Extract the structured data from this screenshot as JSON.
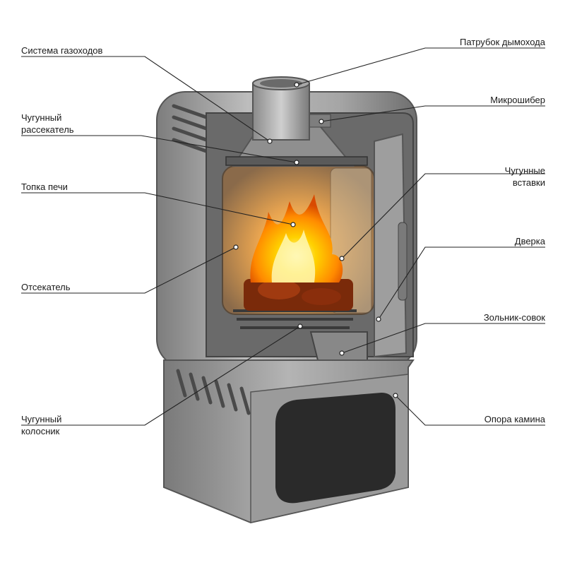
{
  "labels": {
    "system_gas": "Система газоходов",
    "cast_divider_1": "Чугунный",
    "cast_divider_2": "рассекатель",
    "firebox": "Топка печи",
    "cutter": "Отсекатель",
    "cast_grate_1": "Чугунный",
    "cast_grate_2": "колосник",
    "chimney_pipe": "Патрубок дымохода",
    "micro_damper": "Микрошибер",
    "cast_inserts_1": "Чугунные",
    "cast_inserts_2": "вставки",
    "door": "Дверка",
    "ash_box": "Зольник-совок",
    "fireplace_support": "Опора камина"
  },
  "colors": {
    "metal_light": "#b9b9b9",
    "metal_mid": "#8f8f8f",
    "metal_dark": "#5a5a5a",
    "flame_core": "#fff3a0",
    "flame_outer": "#ff8c00",
    "ember": "#7a2a0a",
    "leader": "#222222",
    "text": "#1a1a1a"
  }
}
